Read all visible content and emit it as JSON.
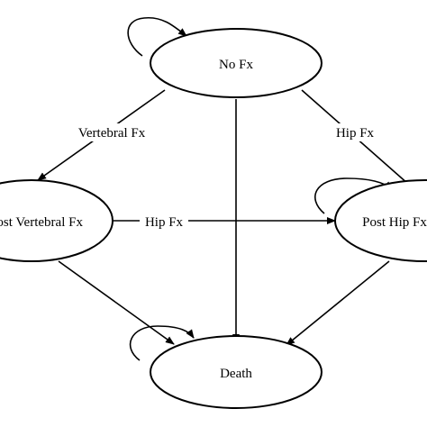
{
  "nodes": {
    "no_fx": "No Fx",
    "post_vertebral_fx": "Post Vertebral Fx",
    "post_hip_fx": "Post Hip Fx",
    "death": "Death"
  },
  "edges": {
    "vertebral_fx": "Vertebral Fx",
    "hip_fx_from_no_fx": "Hip Fx",
    "hip_fx_from_vertebral": "Hip Fx"
  },
  "colors": {
    "stroke": "#000000",
    "background": "#ffffff"
  }
}
